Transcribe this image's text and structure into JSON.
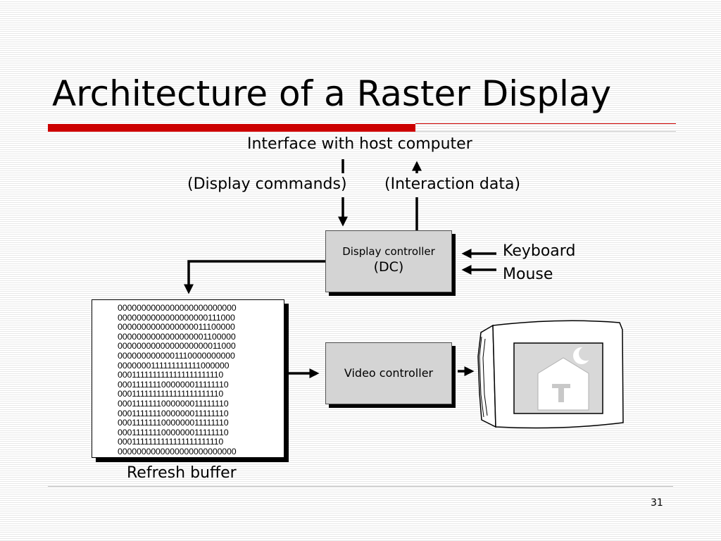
{
  "slide": {
    "title": "Architecture of a Raster Display",
    "page_number": "31"
  },
  "diagram": {
    "interface_label": "Interface with host computer",
    "display_commands_label": "(Display commands)",
    "interaction_data_label": "(Interaction data)",
    "display_controller": {
      "line1": "Display controller",
      "line2": "(DC)"
    },
    "keyboard_label": "Keyboard",
    "mouse_label": "Mouse",
    "video_controller_label": "Video controller",
    "refresh_buffer_label": "Refresh buffer",
    "refresh_buffer_bits": [
      "0000000000000000000000000",
      "0000000000000000000111000",
      "0000000000000000011100000",
      "0000000000000000001100000",
      "0000000000000000000011000",
      "0000000000001110000000000",
      "0000000111111111111000000",
      "0001111111111111111111110",
      "0001111111000000011111110",
      "0001111111111111111111110",
      "0001111111000000011111110",
      "0001111111000000011111110",
      "0001111111000000011111110",
      "0001111111000000011111110",
      "0001111111111111111111110",
      "0000000000000000000000000"
    ]
  }
}
